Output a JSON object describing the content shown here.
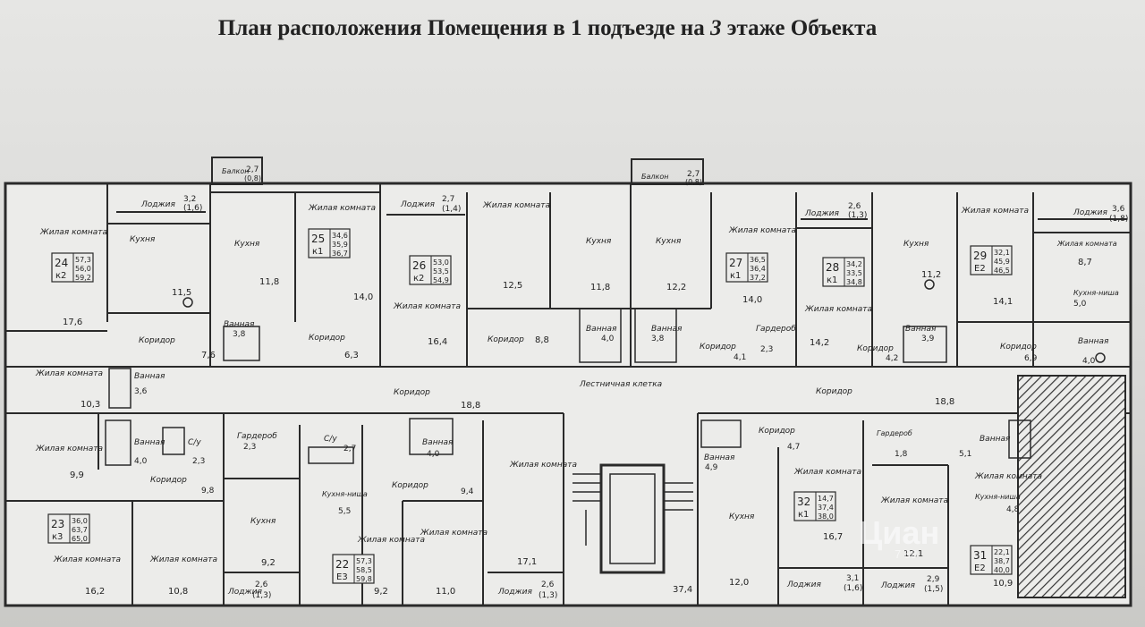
{
  "title": {
    "part1": "План расположения Помещения в 1 подъезде на",
    "floor": "3",
    "part2": "этаже Объекта"
  },
  "colors": {
    "wall": "#2a2a2a",
    "paper": "#ececea",
    "hatch": "#333333"
  },
  "rooms": [
    {
      "id": "r1",
      "label": "Жилая комната",
      "area": "17,6"
    },
    {
      "id": "r2",
      "label": "Лоджия",
      "area": "3,2",
      "sub": "(1,6)"
    },
    {
      "id": "r3",
      "label": "Кухня",
      "area": "11,5"
    },
    {
      "id": "r4",
      "label": "Коридор",
      "area": "7,6"
    },
    {
      "id": "r5",
      "label": "Жилая комната",
      "area": "10,3"
    },
    {
      "id": "r6",
      "label": "Ванная",
      "area": "3,6"
    },
    {
      "id": "r7",
      "label": "Балкон",
      "area": "2,7",
      "sub": "(0,8)"
    },
    {
      "id": "r8",
      "label": "Кухня",
      "area": "11,8"
    },
    {
      "id": "r9",
      "label": "Жилая комната",
      "area": "14,0"
    },
    {
      "id": "r10",
      "label": "Ванная",
      "area": "3,8"
    },
    {
      "id": "r11",
      "label": "Коридор",
      "area": "6,3"
    },
    {
      "id": "r12",
      "label": "Лоджия",
      "area": "2,7",
      "sub": "(1,4)"
    },
    {
      "id": "r13",
      "label": "Жилая комната",
      "area": "16,4"
    },
    {
      "id": "r14",
      "label": "Жилая комната",
      "area": "12,5"
    },
    {
      "id": "r15",
      "label": "Коридор",
      "area": "8,8"
    },
    {
      "id": "r16",
      "label": "Кухня",
      "area": "11,8"
    },
    {
      "id": "r17",
      "label": "Ванная",
      "area": "4,0"
    },
    {
      "id": "r18",
      "label": "Балкон",
      "area": "2,7",
      "sub": "(0,8)"
    },
    {
      "id": "r19",
      "label": "Кухня",
      "area": "12,2"
    },
    {
      "id": "r20",
      "label": "Ванная",
      "area": "3,8"
    },
    {
      "id": "r21",
      "label": "Жилая комната",
      "area": "14,0"
    },
    {
      "id": "r22",
      "label": "Гардероб",
      "area": "2,3"
    },
    {
      "id": "r23",
      "label": "Коридор",
      "area": "4,1"
    },
    {
      "id": "r24",
      "label": "Лоджия",
      "area": "2,6",
      "sub": "(1,3)"
    },
    {
      "id": "r25",
      "label": "Жилая комната",
      "area": "14,2"
    },
    {
      "id": "r26",
      "label": "Кухня",
      "area": "11,2"
    },
    {
      "id": "r27",
      "label": "Коридор",
      "area": "4,2"
    },
    {
      "id": "r28",
      "label": "Ванная",
      "area": "3,9"
    },
    {
      "id": "r29",
      "label": "Жилая комната",
      "area": "14,1"
    },
    {
      "id": "r30",
      "label": "Коридор",
      "area": "6,9"
    },
    {
      "id": "r31",
      "label": "Лоджия",
      "area": "3,6",
      "sub": "(1,8)"
    },
    {
      "id": "r32",
      "label": "Жилая комната",
      "area": "8,7"
    },
    {
      "id": "r33",
      "label": "Кухня-ниша",
      "area": "5,0"
    },
    {
      "id": "r34",
      "label": "Ванная",
      "area": "4,0"
    },
    {
      "id": "r35",
      "label": "Коридор",
      "area": "18,8"
    },
    {
      "id": "r36",
      "label": "Лестничная клетка",
      "area": ""
    },
    {
      "id": "r37",
      "label": "Коридор",
      "area": "18,8"
    },
    {
      "id": "r38",
      "label": "Жилая комната",
      "area": "9,9"
    },
    {
      "id": "r39",
      "label": "Ванная",
      "area": "4,0"
    },
    {
      "id": "r40",
      "label": "С/у",
      "area": "2,3"
    },
    {
      "id": "r41",
      "label": "Коридор",
      "area": "9,8"
    },
    {
      "id": "r42",
      "label": "Гардероб",
      "area": "2,3"
    },
    {
      "id": "r43",
      "label": "Жилая комната",
      "area": "16,2"
    },
    {
      "id": "r44",
      "label": "Жилая комната",
      "area": "10,8"
    },
    {
      "id": "r45",
      "label": "Кухня",
      "area": "9,2"
    },
    {
      "id": "r46",
      "label": "Лоджия",
      "area": "2,6",
      "sub": "(1,3)"
    },
    {
      "id": "r47",
      "label": "С/у",
      "area": "2,7"
    },
    {
      "id": "r48",
      "label": "Ванная",
      "area": "4,0"
    },
    {
      "id": "r49",
      "label": "Кухня-ниша",
      "area": "5,5"
    },
    {
      "id": "r50",
      "label": "Коридор",
      "area": "9,4"
    },
    {
      "id": "r51",
      "label": "Жилая комната",
      "area": "9,2"
    },
    {
      "id": "r52",
      "label": "Жилая комната",
      "area": "11,0"
    },
    {
      "id": "r53",
      "label": "Жилая комната",
      "area": "17,1"
    },
    {
      "id": "r54",
      "label": "Лоджия",
      "area": "2,6",
      "sub": "(1,3)"
    },
    {
      "id": "r55",
      "label": "",
      "area": "37,4"
    },
    {
      "id": "r56",
      "label": "Коридор",
      "area": "4,7"
    },
    {
      "id": "r57",
      "label": "Ванная",
      "area": "4,9"
    },
    {
      "id": "r58",
      "label": "Кухня",
      "area": "12,0"
    },
    {
      "id": "r59",
      "label": "Жилая комната",
      "area": "16,7"
    },
    {
      "id": "r60",
      "label": "Лоджия",
      "area": "3,1",
      "sub": "(1,6)"
    },
    {
      "id": "r61",
      "label": "Гардероб",
      "area": "1,8"
    },
    {
      "id": "r62",
      "label": "Жилая комната",
      "area": "12,1"
    },
    {
      "id": "r63",
      "label": "Лоджия",
      "area": "2,9",
      "sub": "(1,5)"
    },
    {
      "id": "r64",
      "label": "Ванная",
      "area": "5,1"
    },
    {
      "id": "r65",
      "label": "Кухня-ниша",
      "area": "4,8"
    },
    {
      "id": "r66",
      "label": "Жилая комната",
      "area": "10,9"
    }
  ],
  "apartments": [
    {
      "id": "a24",
      "no": "24",
      "rooms": "к2",
      "a1": "57,3",
      "a2": "56,0",
      "a3": "59,2"
    },
    {
      "id": "a25",
      "no": "25",
      "rooms": "к1",
      "a1": "34,6",
      "a2": "35,9",
      "a3": "36,7"
    },
    {
      "id": "a26",
      "no": "26",
      "rooms": "к2",
      "a1": "53,0",
      "a2": "53,5",
      "a3": "54,9"
    },
    {
      "id": "a27",
      "no": "27",
      "rooms": "к1",
      "a1": "36,5",
      "a2": "36,4",
      "a3": "37,2"
    },
    {
      "id": "a28",
      "no": "28",
      "rooms": "к1",
      "a1": "34,2",
      "a2": "33,5",
      "a3": "34,8"
    },
    {
      "id": "a29",
      "no": "29",
      "rooms": "Е2",
      "a1": "32,1",
      "a2": "45,9",
      "a3": "46,5"
    },
    {
      "id": "a23",
      "no": "23",
      "rooms": "к3",
      "a1": "36,0",
      "a2": "63,7",
      "a3": "65,0"
    },
    {
      "id": "a22",
      "no": "22",
      "rooms": "Е3",
      "a1": "57,3",
      "a2": "58,5",
      "a3": "59,8"
    },
    {
      "id": "a32",
      "no": "32",
      "rooms": "к1",
      "a1": "14,7",
      "a2": "37,4",
      "a3": "38,0"
    },
    {
      "id": "a31",
      "no": "31",
      "rooms": "Е2",
      "a1": "22,1",
      "a2": "38,7",
      "a3": "40,0"
    }
  ],
  "watermark": {
    "brand": "Циан",
    "code": "7 88"
  }
}
